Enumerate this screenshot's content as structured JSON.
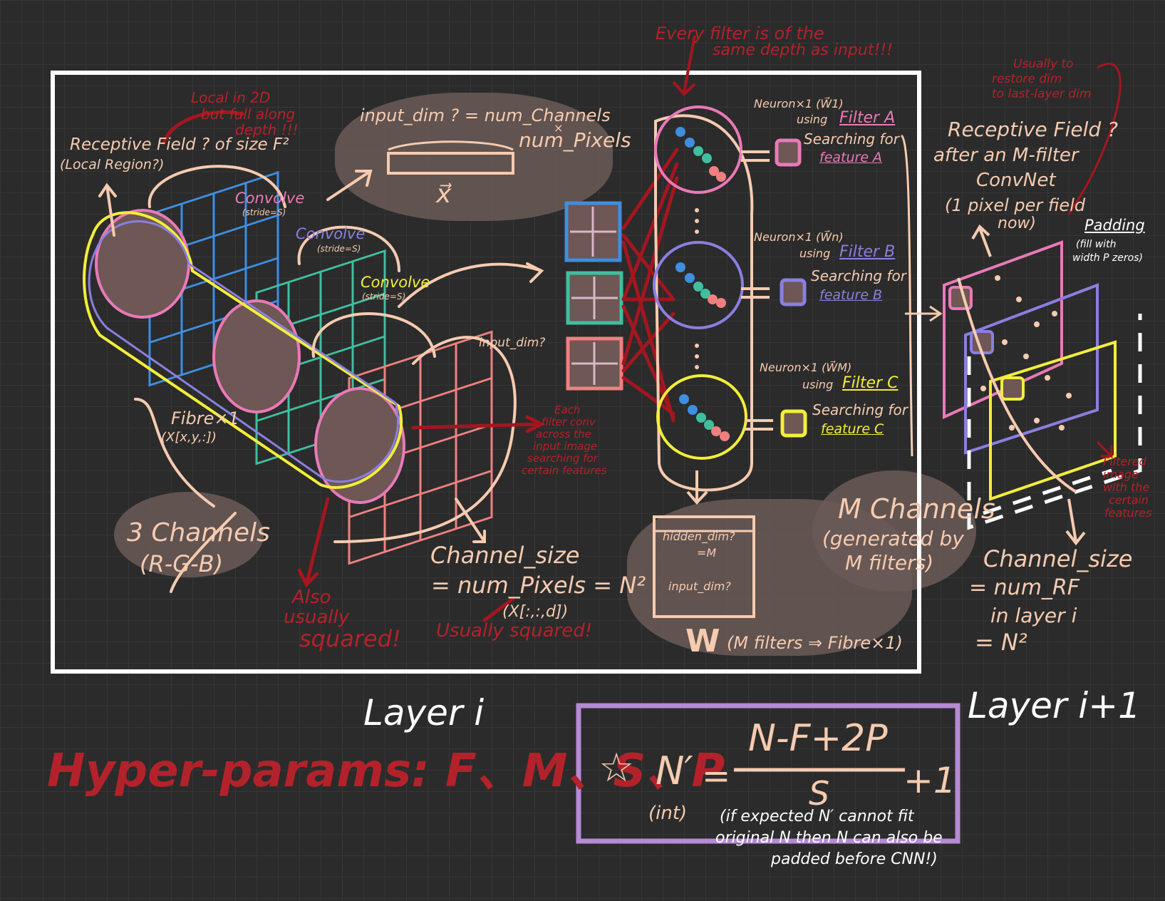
{
  "layer_i_label": "Layer i",
  "layer_next_label": "Layer i+1",
  "hyper_params": "Hyper-params: F、M、S、P",
  "formula": {
    "star": "☆",
    "lhs": "N′",
    "lhs_note": "(int)",
    "eq": "=",
    "numerator": "N-F+2P",
    "denominator": "S",
    "plus_one": "+1",
    "note_line1": "(if expected N′ cannot fit",
    "note_line2": "original N then N can also be",
    "note_line3": "padded before CNN!)"
  },
  "left": {
    "local_2d_line1": "Local in 2D",
    "local_2d_line2": "but full along",
    "local_2d_line3": "depth !!!",
    "receptive_field": "Receptive Field ? of size F²",
    "local_region": "(Local Region?)",
    "convolve_1": "Convolve",
    "stride_1": "(stride=S)",
    "convolve_2": "Convolve",
    "stride_2": "(stride=S)",
    "convolve_3": "Convolve",
    "stride_3": "(stride=S)",
    "fibre_line1": "Fibre×1",
    "fibre_line2": "(X[x,y,:])",
    "channels_line1": "3 Channels",
    "channels_line2": "(R-G-B)",
    "also_squared_line1": "Also",
    "also_squared_line2": "usually",
    "also_squared_line3": "squared!"
  },
  "middle": {
    "input_dim_line1": "input_dim ? = num_Channels",
    "input_dim_times": "×",
    "input_dim_line2": "num_Pixels",
    "vector_x": "x⃗",
    "input_dim_q": "input_dim?",
    "filter_note_line1": "Each",
    "filter_note_line2": "filter conv",
    "filter_note_line3": "across the",
    "filter_note_line4": "input image",
    "filter_note_line5": "searching for",
    "filter_note_line6": "certain features",
    "channel_size_line1": "Channel_size",
    "channel_size_line2": "= num_Pixels = N²",
    "channel_size_line3": "(X[:,:,d])",
    "usually_squared": "Usually squared!"
  },
  "neurons": {
    "every_filter_line1": "Every filter is of the",
    "every_filter_line2": "same depth as input!!!",
    "a_neuron": "Neuron×1 (W⃗1)",
    "a_using": "using",
    "a_filter": "Filter A",
    "a_search": "Searching for",
    "a_feature": "feature A",
    "b_neuron": "Neuron×1 (W⃗n)",
    "b_using": "using",
    "b_filter": "Filter B",
    "b_search": "Searching for",
    "b_feature": "feature B",
    "c_neuron": "Neuron×1 (W⃗M)",
    "c_using": "using",
    "c_filter": "Filter C",
    "c_search": "Searching for",
    "c_feature": "feature C",
    "hidden_dim_line1": "hidden_dim?",
    "hidden_dim_line2": "=M",
    "w_input_dim": "input_dim?",
    "w_big": "W",
    "w_note": "(M filters ⇒ Fibre×1)"
  },
  "right": {
    "m_channels_line1": "M Channels",
    "m_channels_line2": "(generated by",
    "m_channels_line3": "M filters)",
    "usually_restore_line1": "Usually to",
    "usually_restore_line2": "restore dim",
    "usually_restore_line3": "to last-layer dim",
    "rf_line1": "Receptive Field ?",
    "rf_line2": "after an M-filter",
    "rf_line3": "ConvNet",
    "rf_line4": "(1 pixel per field",
    "rf_line5": "now)",
    "padding_line1": "Padding",
    "padding_line2": "(fill with",
    "padding_line3": "width P zeros)",
    "filtered_line1": "Filtered",
    "filtered_line2": "image",
    "filtered_line3": "with the",
    "filtered_line4": "certain",
    "filtered_line5": "features",
    "cs_line1": "Channel_size",
    "cs_line2": "= num_RF",
    "cs_line3": "in layer i",
    "cs_line4": "= N²"
  },
  "colors": {
    "background": "#2b2b2b",
    "peach": "#f6cbb0",
    "red": "#b3222a",
    "pink": "#e97ab8",
    "blue": "#3f8ee0",
    "teal": "#3fbf9f",
    "salmon": "#f08080",
    "yellow": "#f2ee3c",
    "violet": "#8a7fe0",
    "purple_box": "#b58ad6",
    "blob": "#6a5a57"
  }
}
